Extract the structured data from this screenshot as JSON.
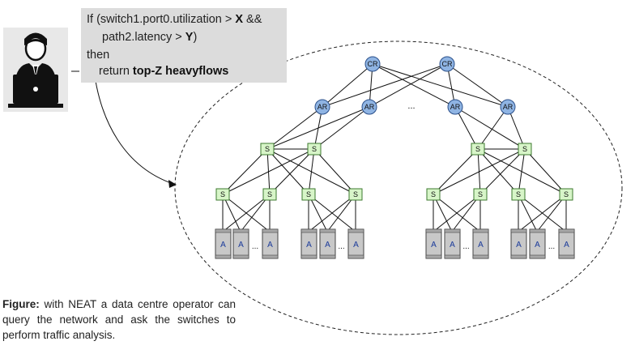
{
  "query": {
    "line1_prefix": "If (switch1.port0.utilization > ",
    "x_var": "X",
    "line1_suffix": " &&",
    "line2_prefix": "path2.latency > ",
    "y_var": "Y",
    "line2_suffix": ")",
    "then": "then",
    "return_prefix": "return ",
    "return_target": "top-Z heavyflows"
  },
  "caption": {
    "label": "Figure:",
    "text": " with NEAT a data centre operator can query the network and ask the switches to perform traffic analysis."
  },
  "topology": {
    "core_label": "CR",
    "agg_label": "AR",
    "switch_label": "S",
    "app_label": "A",
    "ellipsis": "...",
    "colors": {
      "core_fill": "#8fb4e3",
      "agg_fill": "#8fb4e3",
      "switch_fill": "#d7f5c8",
      "server_fill": "#c8c8c8",
      "app_text": "#1a3a9a",
      "line": "#111111",
      "query_bg": "#dcdcdc"
    }
  },
  "operator": {
    "icon": "operator-with-laptop-icon"
  }
}
